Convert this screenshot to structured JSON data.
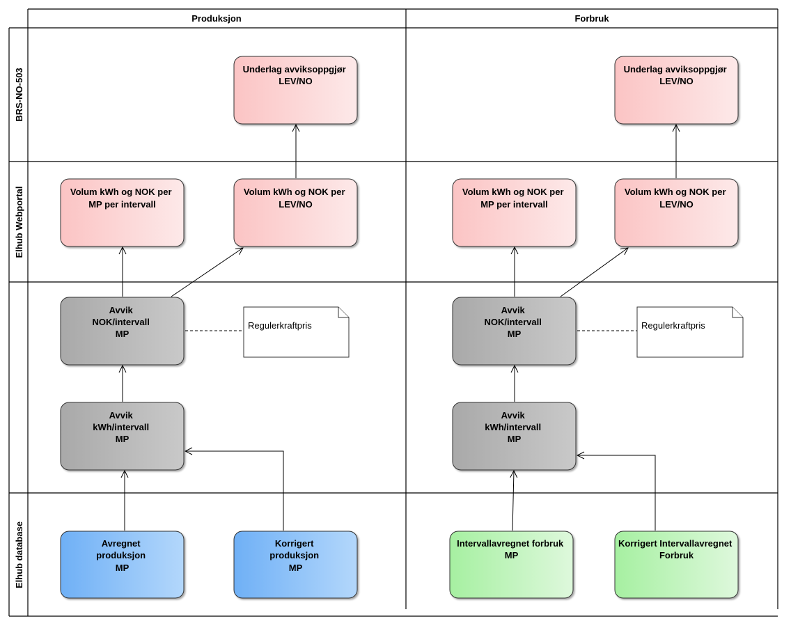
{
  "columns": {
    "produksjon": "Produksjon",
    "forbruk": "Forbruk"
  },
  "rows": {
    "brs": "BRS-NO-503",
    "webportal": "Elhub Webportal",
    "calc": "",
    "database": "Elhub database"
  },
  "boxes": {
    "prod_underlag": [
      "Underlag avviksoppgjør",
      "LEV/NO"
    ],
    "prod_vol_mp": [
      "Volum kWh og NOK per",
      "MP per intervall"
    ],
    "prod_vol_lev": [
      "Volum kWh og NOK per",
      "LEV/NO"
    ],
    "prod_avvik_nok": [
      "Avvik",
      "NOK/intervall",
      "MP"
    ],
    "prod_avvik_kwh": [
      "Avvik",
      "kWh/intervall",
      "MP"
    ],
    "prod_avregnet": [
      "Avregnet",
      "produksjon",
      "MP"
    ],
    "prod_korrigert": [
      "Korrigert",
      "produksjon",
      "MP"
    ],
    "forb_underlag": [
      "Underlag avviksoppgjør",
      "LEV/NO"
    ],
    "forb_vol_mp": [
      "Volum kWh og NOK per",
      "MP per intervall"
    ],
    "forb_vol_lev": [
      "Volum kWh og NOK per",
      "LEV/NO"
    ],
    "forb_avvik_nok": [
      "Avvik",
      "NOK/intervall",
      "MP"
    ],
    "forb_avvik_kwh": [
      "Avvik",
      "kWh/intervall",
      "MP"
    ],
    "forb_intervall": [
      "Intervallavregnet forbruk",
      "MP"
    ],
    "forb_korrigert": [
      "Korrigert Intervallavregnet",
      "Forbruk"
    ]
  },
  "notes": {
    "prod_regulerkraft": "Regulerkraftpris",
    "forb_regulerkraft": "Regulerkraftpris"
  },
  "colors": {
    "red_box": "#fbc9c9",
    "gray_box": "#b4b4b4",
    "blue_box": "#7fb8f5",
    "green_box": "#b5f5b0"
  }
}
